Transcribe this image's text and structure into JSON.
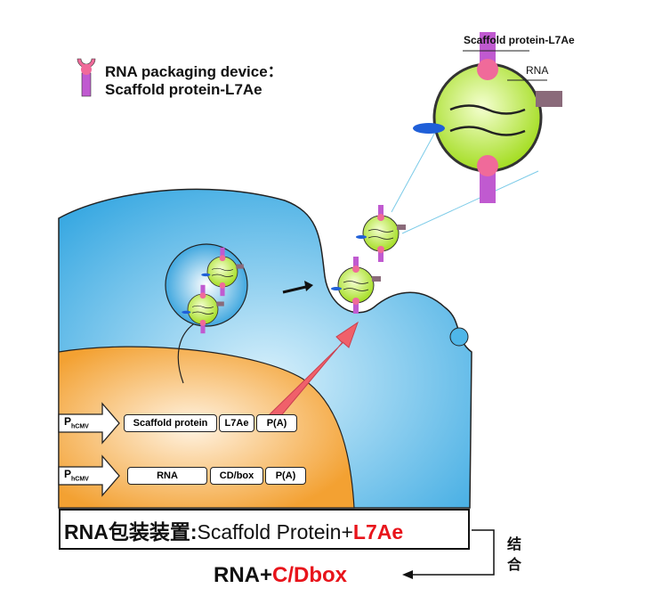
{
  "legend": {
    "line1": "RNA packaging device：",
    "line2": "Scaffold protein-L7Ae"
  },
  "zoom_labels": {
    "scaffold": "Scaffold protein-L7Ae",
    "rna": "RNA"
  },
  "construct1": {
    "promoter": "P",
    "promoter_sub": "hCMV",
    "genes": [
      "Scaffold protein",
      "L7Ae",
      "P(A)"
    ]
  },
  "construct2": {
    "promoter": "P",
    "promoter_sub": "hCMV",
    "genes": [
      "RNA",
      "CD/box",
      "P(A)"
    ]
  },
  "device_box": {
    "prefix": "RNA包装装置:",
    "middle": "Scaffold Protein+",
    "highlight": "L7Ae"
  },
  "binding_label": {
    "char1": "结",
    "char2": "合"
  },
  "target": {
    "prefix": "RNA+",
    "highlight": "C/Dbox"
  },
  "colors": {
    "cell": "#4fb6e8",
    "nucleus": "#f5a93c",
    "particle": "#b7ea3c",
    "arrow": "#f0606a",
    "highlight": "#e8141b"
  }
}
